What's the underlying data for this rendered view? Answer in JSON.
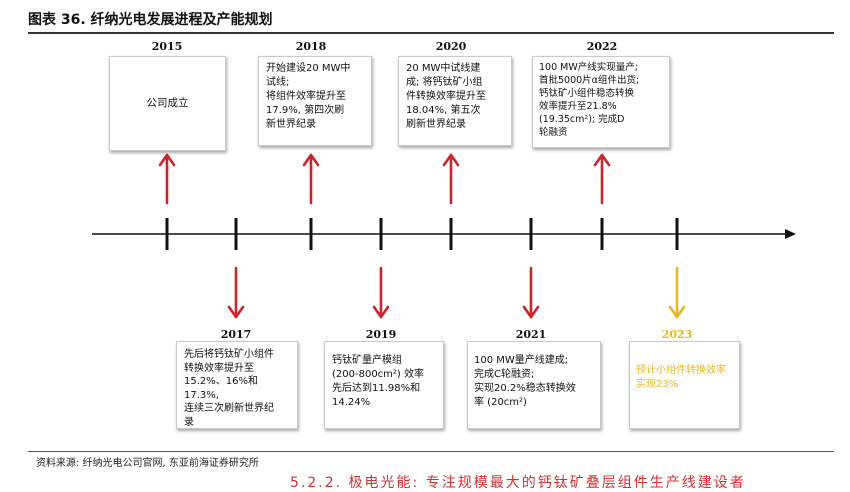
{
  "header": {
    "title": "图表 36. 纤纳光电发展进程及产能规划"
  },
  "timeline": {
    "arrow_color_up": "#c8262a",
    "arrow_color_down": "#c8262a",
    "arrow_color_future": "#e8b820",
    "events": [
      {
        "year": "2015",
        "text": "公司成立"
      },
      {
        "year": "2017",
        "text": "先后将钙钛矿小组件\n转换效率提升至\n15.2%、16%和17.3%,\n连续三次刷新世界纪\n录"
      },
      {
        "year": "2018",
        "text": "开始建设20 MW中\n试线;\n将组件效率提升至\n17.9%, 第四次刷\n新世界纪录"
      },
      {
        "year": "2019",
        "text": "钙钛矿量产模组\n(200-800cm²) 效率\n先后达到11.98%和\n14.24%"
      },
      {
        "year": "2020",
        "text": "20 MW中试线建\n成; 将钙钛矿小组\n件转换效率提升至\n18.04%, 第五次\n刷新世界纪录"
      },
      {
        "year": "2021",
        "text": "100 MW量产线建成;\n完成C轮融资;\n实现20.2%稳态转换效\n率 (20cm²)"
      },
      {
        "year": "2022",
        "text": "100 MW产线实现量产;\n首批5000片α组件出货;\n钙钛矿小组件稳态转换\n效率提升至21.8%\n(19.35cm²); 完成D\n轮融资"
      },
      {
        "year": "2023",
        "text": "预计小组件转换效率\n实现23%"
      }
    ]
  },
  "footer": {
    "source": "资料来源: 纤纳光电公司官网, 东亚前海证券研究所",
    "next_text": "5.2.2. 极电光能: 专注规模最大的钙钛矿叠层组件生产线建设者"
  }
}
